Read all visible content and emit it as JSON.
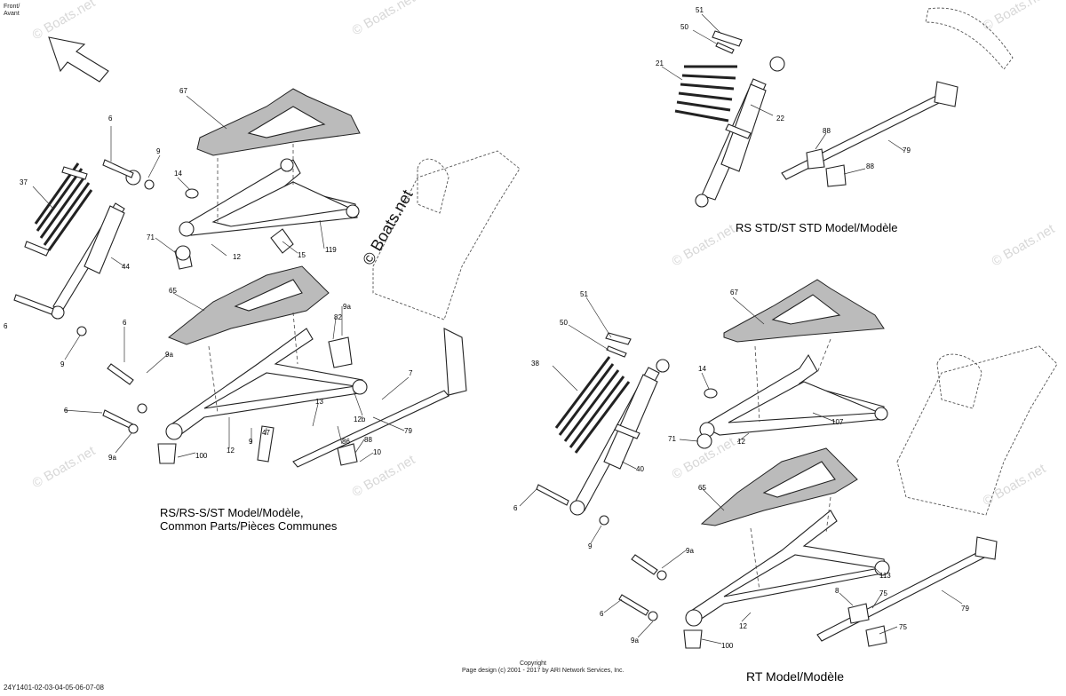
{
  "front_label": [
    "Front/",
    "Avant"
  ],
  "watermark": "© Boats.net",
  "captions": {
    "rs_std": "RS STD/ST STD Model/Modèle",
    "rs_common_1": "RS/RS-S/ST Model/Modèle,",
    "rs_common_2": "Common Parts/Pièces Communes",
    "rt": "RT Model/Modèle"
  },
  "copyright_1": "Copyright",
  "copyright_2": "Page design (c) 2001 - 2017 by ARI Network Services, Inc.",
  "footer_code": "24Y1401-02-03-04-05-06-07-08",
  "callouts": {
    "left": [
      "67",
      "6",
      "9",
      "37",
      "14",
      "71",
      "12",
      "15",
      "119",
      "44",
      "6",
      "65",
      "9a",
      "82",
      "6",
      "9a",
      "9",
      "7",
      "12b",
      "47",
      "13",
      "86",
      "79",
      "6",
      "9a",
      "88",
      "10",
      "100",
      "12",
      "9",
      "9"
    ],
    "rs_std": [
      "51",
      "50",
      "21",
      "22",
      "88",
      "79",
      "88"
    ],
    "rt": [
      "67",
      "51",
      "50",
      "14",
      "38",
      "107",
      "71",
      "12",
      "65",
      "40",
      "6",
      "9",
      "9a",
      "113",
      "8",
      "75",
      "6",
      "75",
      "79",
      "12",
      "9a",
      "100"
    ]
  }
}
